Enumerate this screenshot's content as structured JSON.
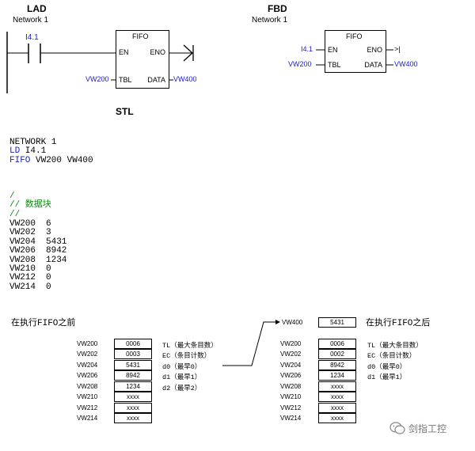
{
  "lad": {
    "title": "LAD",
    "network": "Network 1",
    "contact": "I4.1",
    "block": {
      "name": "FIFO",
      "en": "EN",
      "eno": "ENO",
      "tbl": "TBL",
      "data": "DATA"
    },
    "tbl_operand": "VW200",
    "data_operand": "VW400"
  },
  "fbd": {
    "title": "FBD",
    "network": "Network 1",
    "input": "I4.1",
    "block": {
      "name": "FIFO",
      "en": "EN",
      "eno": "ENO",
      "tbl": "TBL",
      "data": "DATA"
    },
    "tbl_operand": "VW200",
    "data_operand": "VW400",
    "eno_output": ">|"
  },
  "stl": {
    "title": "STL",
    "code": {
      "line1": "NETWORK 1",
      "line2_kw": "LD",
      "line2_arg": " I4.1",
      "line3_kw": "FIFO",
      "line3_arg": " VW200 VW400"
    },
    "comments": [
      "/",
      "// 数据块",
      "//"
    ],
    "datablock": [
      {
        "addr": "VW200",
        "val": "6"
      },
      {
        "addr": "VW202",
        "val": "3"
      },
      {
        "addr": "VW204",
        "val": "5431"
      },
      {
        "addr": "VW206",
        "val": "8942"
      },
      {
        "addr": "VW208",
        "val": "1234"
      },
      {
        "addr": "VW210",
        "val": "0"
      },
      {
        "addr": "VW212",
        "val": "0"
      },
      {
        "addr": "VW214",
        "val": "0"
      }
    ]
  },
  "before": {
    "caption": "在执行FIFO之前",
    "rows": [
      {
        "addr": "VW200",
        "val": "0006",
        "desc": "TL（最大条目数）"
      },
      {
        "addr": "VW202",
        "val": "0003",
        "desc": "EC（条目计数）"
      },
      {
        "addr": "VW204",
        "val": "5431",
        "desc": "d0（最早0）"
      },
      {
        "addr": "VW206",
        "val": "8942",
        "desc": "d1（最早1）"
      },
      {
        "addr": "VW208",
        "val": "1234",
        "desc": "d2（最早2）"
      },
      {
        "addr": "VW210",
        "val": "xxxx",
        "desc": ""
      },
      {
        "addr": "VW212",
        "val": "xxxx",
        "desc": ""
      },
      {
        "addr": "VW214",
        "val": "xxxx",
        "desc": ""
      }
    ]
  },
  "after": {
    "output_addr": "VW400",
    "output_val": "5431",
    "caption": "在执行FIFO之后",
    "rows": [
      {
        "addr": "VW200",
        "val": "0006",
        "desc": "TL（最大条目数）"
      },
      {
        "addr": "VW202",
        "val": "0002",
        "desc": "EC（条目计数）"
      },
      {
        "addr": "VW204",
        "val": "8942",
        "desc": "d0（最早0）"
      },
      {
        "addr": "VW206",
        "val": "1234",
        "desc": "d1（最早1）"
      },
      {
        "addr": "VW208",
        "val": "xxxx",
        "desc": ""
      },
      {
        "addr": "VW210",
        "val": "xxxx",
        "desc": ""
      },
      {
        "addr": "VW212",
        "val": "xxxx",
        "desc": ""
      },
      {
        "addr": "VW214",
        "val": "xxxx",
        "desc": ""
      }
    ]
  },
  "watermark": {
    "text": "剑指工控"
  }
}
